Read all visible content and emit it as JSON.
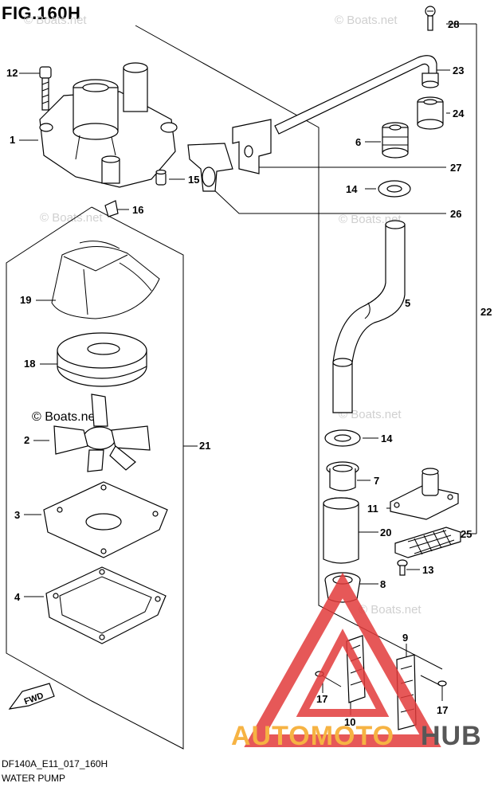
{
  "figure": {
    "title": "FIG.160H"
  },
  "footer": {
    "code": "DF140A_E11_017_160H",
    "name": "WATER PUMP"
  },
  "watermarks": {
    "small": "© Boats.net",
    "large": "© Boats.net"
  },
  "logo": {
    "text_orange": "AUTOMOTO",
    "text_dark": "HUB",
    "color_orange": "#f5a623",
    "color_dark": "#3a3a3a",
    "color_triangle": "#e23b3b"
  },
  "labels": {
    "p1": "1",
    "p2": "2",
    "p3": "3",
    "p4": "4",
    "p5": "5",
    "p6": "6",
    "p7": "7",
    "p8": "8",
    "p9": "9",
    "p10": "10",
    "p11": "11",
    "p12": "12",
    "p13": "13",
    "p14a": "14",
    "p14b": "14",
    "p15": "15",
    "p16": "16",
    "p17a": "17",
    "p17b": "17",
    "p18": "18",
    "p19": "19",
    "p20": "20",
    "p21": "21",
    "p22": "22",
    "p23": "23",
    "p24": "24",
    "p25": "25",
    "p26": "26",
    "p27": "27",
    "p28": "28"
  },
  "fwd": "FWD"
}
